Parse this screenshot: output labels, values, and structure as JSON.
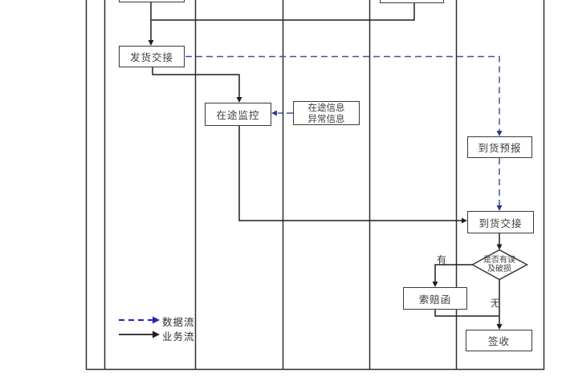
{
  "diagram": {
    "type": "swimlane-flowchart",
    "nodes": {
      "fahuo_jiaojie": "发货交接",
      "zaitu_jiankong": "在途监控",
      "zaitu_xinxi_line1": "在途信息",
      "zaitu_xinxi_line2": "异常信息",
      "daohuo_yubao": "到货预报",
      "daohuo_jiaojie": "到货交接",
      "decision_line1": "是否有误",
      "decision_line2": "及破损",
      "suopei_han": "索赔函",
      "qianshou": "签收"
    },
    "branch_labels": {
      "yes": "有",
      "no": "无"
    },
    "legend": {
      "data_flow_label": "数据流",
      "business_flow_label": "业务流"
    },
    "colors": {
      "data_flow_blue": "#2323c0",
      "flow_dash_blue": "#47548f",
      "business_flow_black": "#1f1f1f",
      "lane_border": "#2e2e2e",
      "node_border": "#3a3a3a",
      "background": "#ffffff"
    }
  }
}
